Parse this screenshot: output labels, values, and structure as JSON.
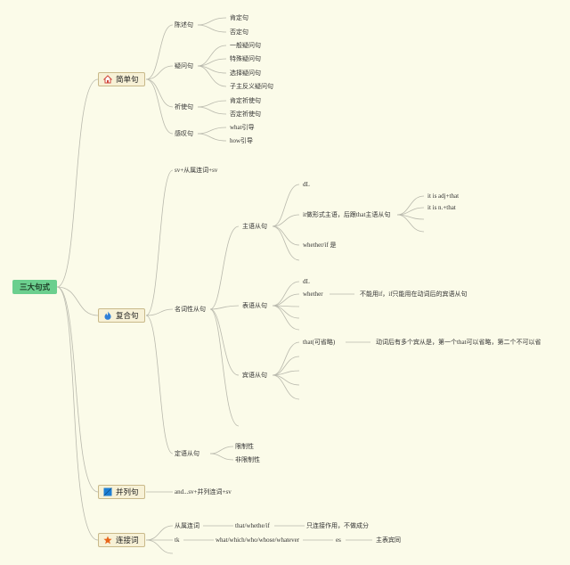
{
  "root": "三大句式",
  "simple": {
    "label": "简单句",
    "icon": "house-icon",
    "declarative": {
      "label": "陈述句",
      "items": [
        "肯定句",
        "否定句"
      ]
    },
    "interrogative": {
      "label": "疑问句",
      "items": [
        "一般疑问句",
        "特殊疑问句",
        "选择疑问句",
        "子主反义疑问句"
      ]
    },
    "imperative": {
      "label": "祈使句",
      "items": [
        "肯定祈使句",
        "否定祈使句"
      ]
    },
    "exclamatory": {
      "label": "感叹句",
      "items": [
        "what引导",
        "how引导"
      ]
    }
  },
  "complex": {
    "label": "复合句",
    "icon": "fire-icon",
    "pattern": "sv+从属连词+sv",
    "noun_clause": {
      "label": "名词性从句",
      "subject": {
        "label": "主语从句",
        "dl": "dL",
        "it_form": "it做形式主语，后跟that主语从句",
        "it_items": [
          "it is adj+that",
          "it is n.+that"
        ],
        "whether": "whether/if 是"
      },
      "predicative": {
        "label": "表语从句",
        "dl": "dL",
        "whether": "whether",
        "whether_note": "不能用if，if只能用在动词后的宾语从句"
      },
      "object": {
        "label": "宾语从句",
        "that": "that(可省略)",
        "that_note": "动词后有多个宾从是，第一个that可以省略，第二个不可以省"
      }
    },
    "attributive": {
      "label": "定语从句",
      "items": [
        "限制性",
        "非限制性"
      ]
    }
  },
  "compound": {
    "label": "并列句",
    "icon": "flag-icon",
    "pattern": "and...sv+并列连词+sv"
  },
  "conjunction": {
    "label": "连接词",
    "icon": "star-icon",
    "subordinate": "从属连词",
    "sub_words": "that/whethe/if",
    "sub_note": "只连接作用，不做成分",
    "tk": "tk",
    "wh_words": "what/which/who/whose/whatever",
    "es": "es",
    "es_note": "主表宾同"
  },
  "colors": {
    "background": "#fbfbe9",
    "branch": "#b9b9ad",
    "root": "#6bcf8e",
    "node": "#f7f1d6"
  }
}
